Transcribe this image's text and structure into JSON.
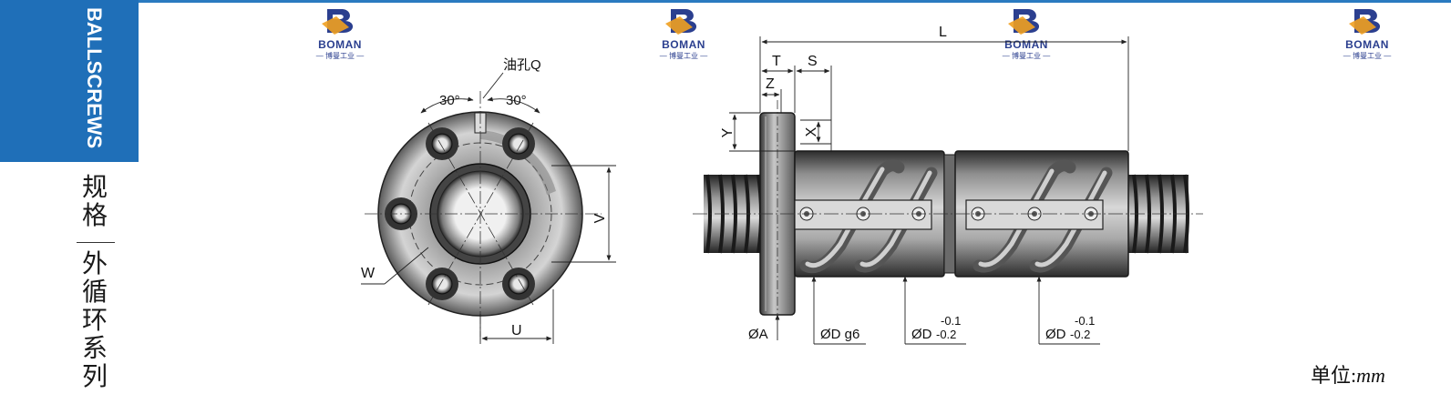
{
  "sidebar": {
    "title": "BALLSCREWS",
    "category_chars": [
      "规",
      "格"
    ],
    "series_chars": [
      "外",
      "循",
      "环",
      "系",
      "列"
    ]
  },
  "logo": {
    "text_en": "BOMAN",
    "text_cn": "— 博曼工业 —",
    "colors": {
      "primary": "#2b3f8f",
      "accent": "#f0a020"
    }
  },
  "front_view": {
    "oil_hole_label": "油孔Q",
    "angle_left": "30°",
    "angle_right": "30°",
    "label_w": "W",
    "label_u": "U",
    "label_v": "V"
  },
  "side_view": {
    "label_l": "L",
    "label_t": "T",
    "label_s": "S",
    "label_z": "Z",
    "label_y": "Y",
    "label_x": "X",
    "label_phi_a": "ØA",
    "label_phi_d_g6": "ØD g6",
    "label_phi_d_tol_1": {
      "main": "ØD",
      "upper": "-0.1",
      "lower": "-0.2"
    },
    "label_phi_d_tol_2": {
      "main": "ØD",
      "upper": "-0.1",
      "lower": "-0.2"
    }
  },
  "unit": {
    "label": "单位:",
    "value": "mm"
  }
}
